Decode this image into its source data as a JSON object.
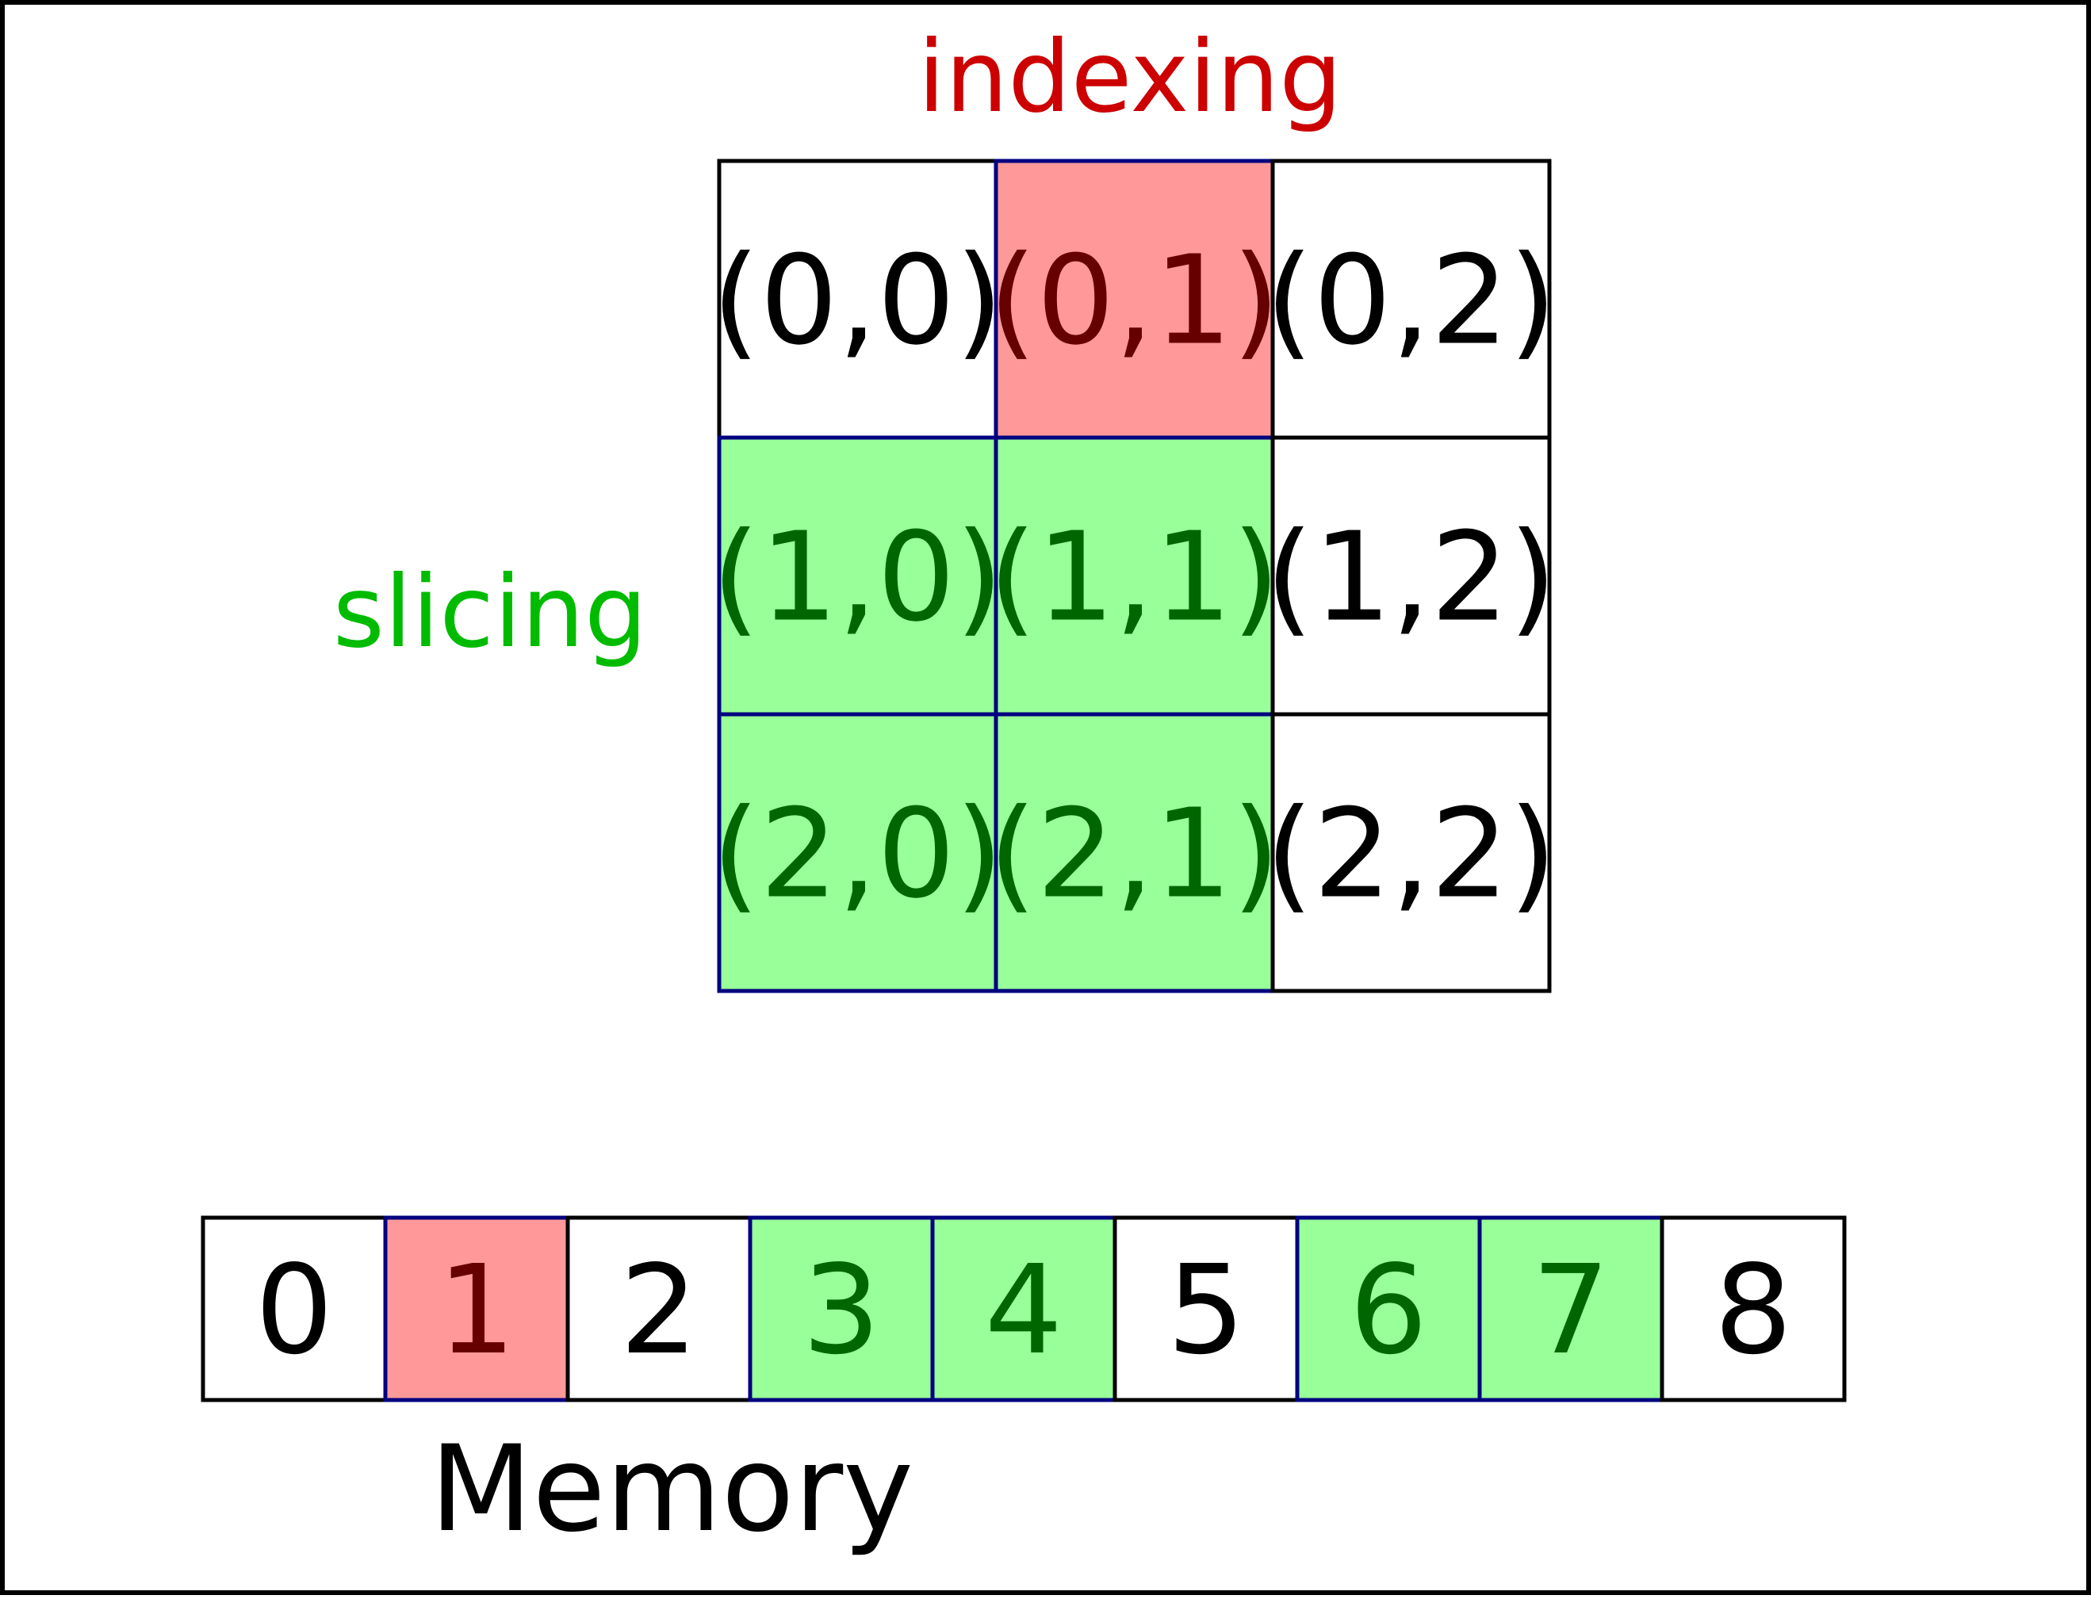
{
  "labels": {
    "indexing": "indexing",
    "slicing": "slicing",
    "memory": "Memory"
  },
  "colors": {
    "indexing_text": "#cc0000",
    "slicing_text": "#00bb00",
    "index_fill": "#ff9999",
    "index_cell_text": "#660000",
    "slice_fill": "#99ff99",
    "slice_cell_text": "#006600",
    "default_cell_text": "#000000",
    "border": "#000000",
    "highlight_border": "#000080"
  },
  "grid": {
    "cells": [
      [
        {
          "label": "(0,0)",
          "state": "none"
        },
        {
          "label": "(0,1)",
          "state": "index"
        },
        {
          "label": "(0,2)",
          "state": "none"
        }
      ],
      [
        {
          "label": "(1,0)",
          "state": "slice"
        },
        {
          "label": "(1,1)",
          "state": "slice"
        },
        {
          "label": "(1,2)",
          "state": "none"
        }
      ],
      [
        {
          "label": "(2,0)",
          "state": "slice"
        },
        {
          "label": "(2,1)",
          "state": "slice"
        },
        {
          "label": "(2,2)",
          "state": "none"
        }
      ]
    ]
  },
  "memory": {
    "cells": [
      {
        "label": "0",
        "state": "none"
      },
      {
        "label": "1",
        "state": "index"
      },
      {
        "label": "2",
        "state": "none"
      },
      {
        "label": "3",
        "state": "slice"
      },
      {
        "label": "4",
        "state": "slice"
      },
      {
        "label": "5",
        "state": "none"
      },
      {
        "label": "6",
        "state": "slice"
      },
      {
        "label": "7",
        "state": "slice"
      },
      {
        "label": "8",
        "state": "none"
      }
    ]
  }
}
